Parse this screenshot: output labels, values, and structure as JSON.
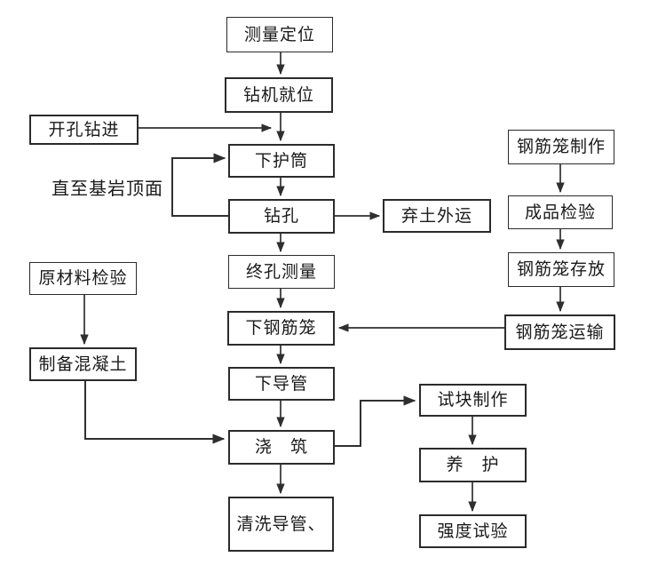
{
  "nodes": {
    "survey": {
      "label": "测量定位"
    },
    "rig": {
      "label": "钻机就位"
    },
    "openhole": {
      "label": "开孔钻进"
    },
    "casing": {
      "label": "下护筒"
    },
    "drill": {
      "label": "钻孔"
    },
    "finalhole": {
      "label": "终孔测量"
    },
    "cagedown": {
      "label": "下钢筋笼"
    },
    "tremie": {
      "label": "下导管"
    },
    "pour": {
      "label": "浇　筑"
    },
    "clean": {
      "label": "清洗导管、"
    },
    "rawmat": {
      "label": "原材料检验"
    },
    "concrete": {
      "label": "制备混凝土"
    },
    "spoil": {
      "label": "弃土外运"
    },
    "cagemake": {
      "label": "钢筋笼制作"
    },
    "productcheck": {
      "label": "成品检验"
    },
    "cagestore": {
      "label": "钢筋笼存放"
    },
    "cagetrans": {
      "label": "钢筋笼运输"
    },
    "testblock": {
      "label": "试块制作"
    },
    "curing": {
      "label": "养　护"
    },
    "strength": {
      "label": "强度试验"
    }
  },
  "note": {
    "text": "直至基岩顶面"
  },
  "colors": {
    "background": "#ffffff",
    "border": "#2b2b2b",
    "line": "#303030",
    "text": "#1a1a1a"
  }
}
